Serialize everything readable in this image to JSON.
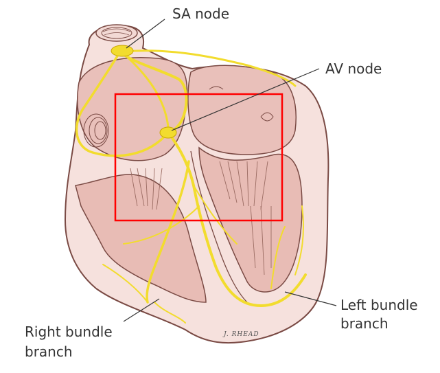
{
  "labels": {
    "sa_node": "SA node",
    "av_node": "AV node",
    "left_bundle_line1": "Left bundle",
    "left_bundle_line2": "branch",
    "right_bundle_line1": "Right bundle",
    "right_bundle_line2": "branch"
  },
  "signature": "J. RHEAD",
  "colors": {
    "heart_fill": "#f1d3cf",
    "heart_inner": "#e9c0ba",
    "outline": "#7a4a44",
    "conduction": "#f2dc2e",
    "conduction_glow": "#f7ec8a",
    "highlight_box": "#ff0000",
    "leader_line": "#333333"
  },
  "highlight_box": true
}
